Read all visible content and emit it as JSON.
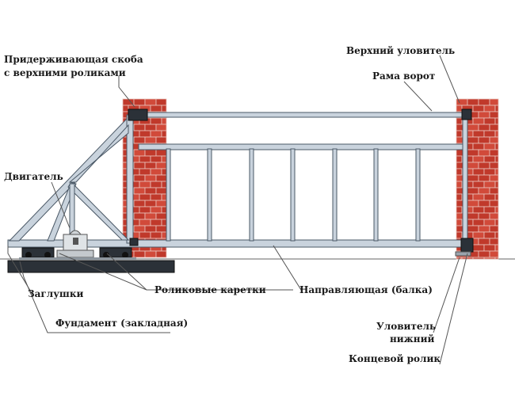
{
  "labels": {
    "bracket_line1": "Придерживающая скоба",
    "bracket_line2": "с верхними роликами",
    "upper_catcher": "Верхний уловитель",
    "gate_frame": "Рама ворот",
    "motor": "Двигатель",
    "plugs": "Заглушки",
    "roller_carriages": "Роликовые каретки",
    "guide_beam": "Направляющая (балка)",
    "foundation": "Фундамент (закладная)",
    "lower_catcher_line1": "Уловитель",
    "lower_catcher_line2": "нижний",
    "end_roller": "Концевой ролик"
  },
  "colors": {
    "brick": "#c0392b",
    "frame": "#c9d3dd",
    "foundation": "#2b3138"
  }
}
